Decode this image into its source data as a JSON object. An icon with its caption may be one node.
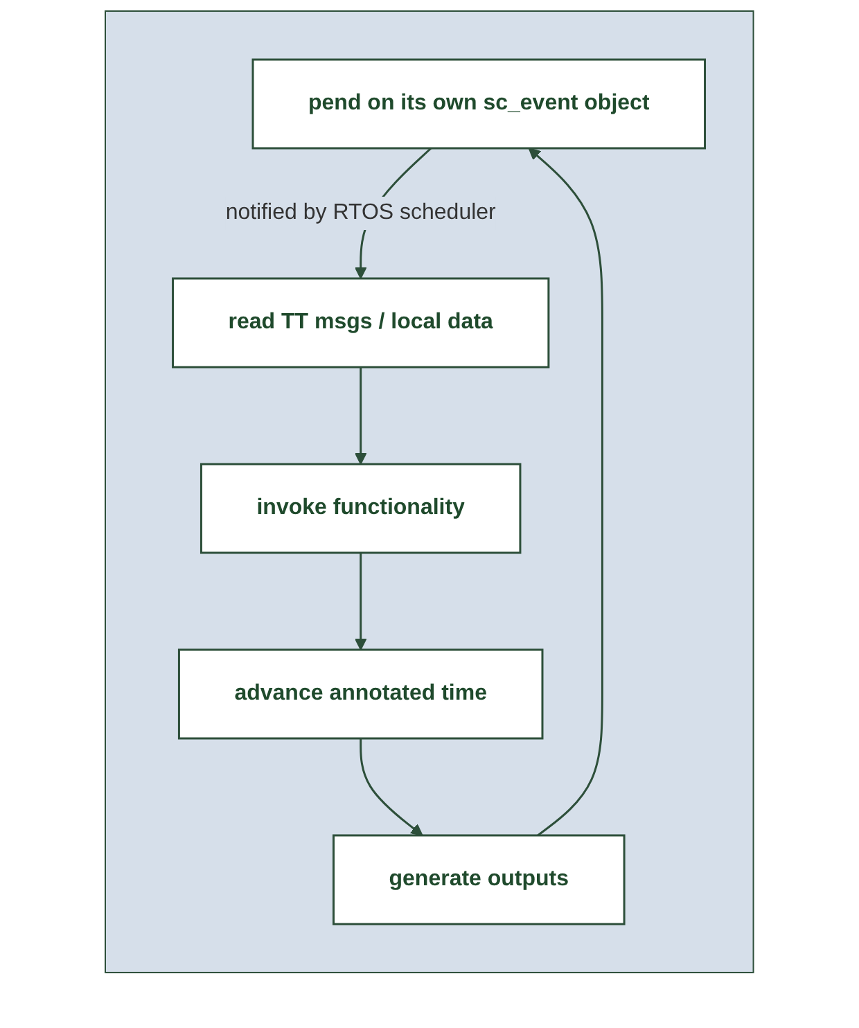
{
  "diagram": {
    "nodes": [
      {
        "text": [],
        "shape": "box"
      },
      {
        "text": [
          "pend on its own sc_event object"
        ],
        "in": 0
      },
      {
        "text": [
          "read TT msgs / local data"
        ],
        "in": 0
      },
      {
        "text": [
          "invoke functionality"
        ],
        "in": 0
      },
      {
        "text": [
          "advance annotated time"
        ],
        "in": 0
      },
      {
        "text": [
          "generate outputs"
        ],
        "in": 0
      }
    ],
    "edges": [
      {
        "from": 1,
        "to": 2,
        "arrow": "to",
        "label": "notified by RTOS scheduler"
      },
      {
        "from": 2,
        "to": 3,
        "arrow": "to"
      },
      {
        "from": 3,
        "to": 4,
        "arrow": "to"
      },
      {
        "from": 4,
        "to": 5,
        "arrow": "to"
      },
      {
        "from": 5,
        "to": 1,
        "arrow": "to"
      }
    ]
  }
}
